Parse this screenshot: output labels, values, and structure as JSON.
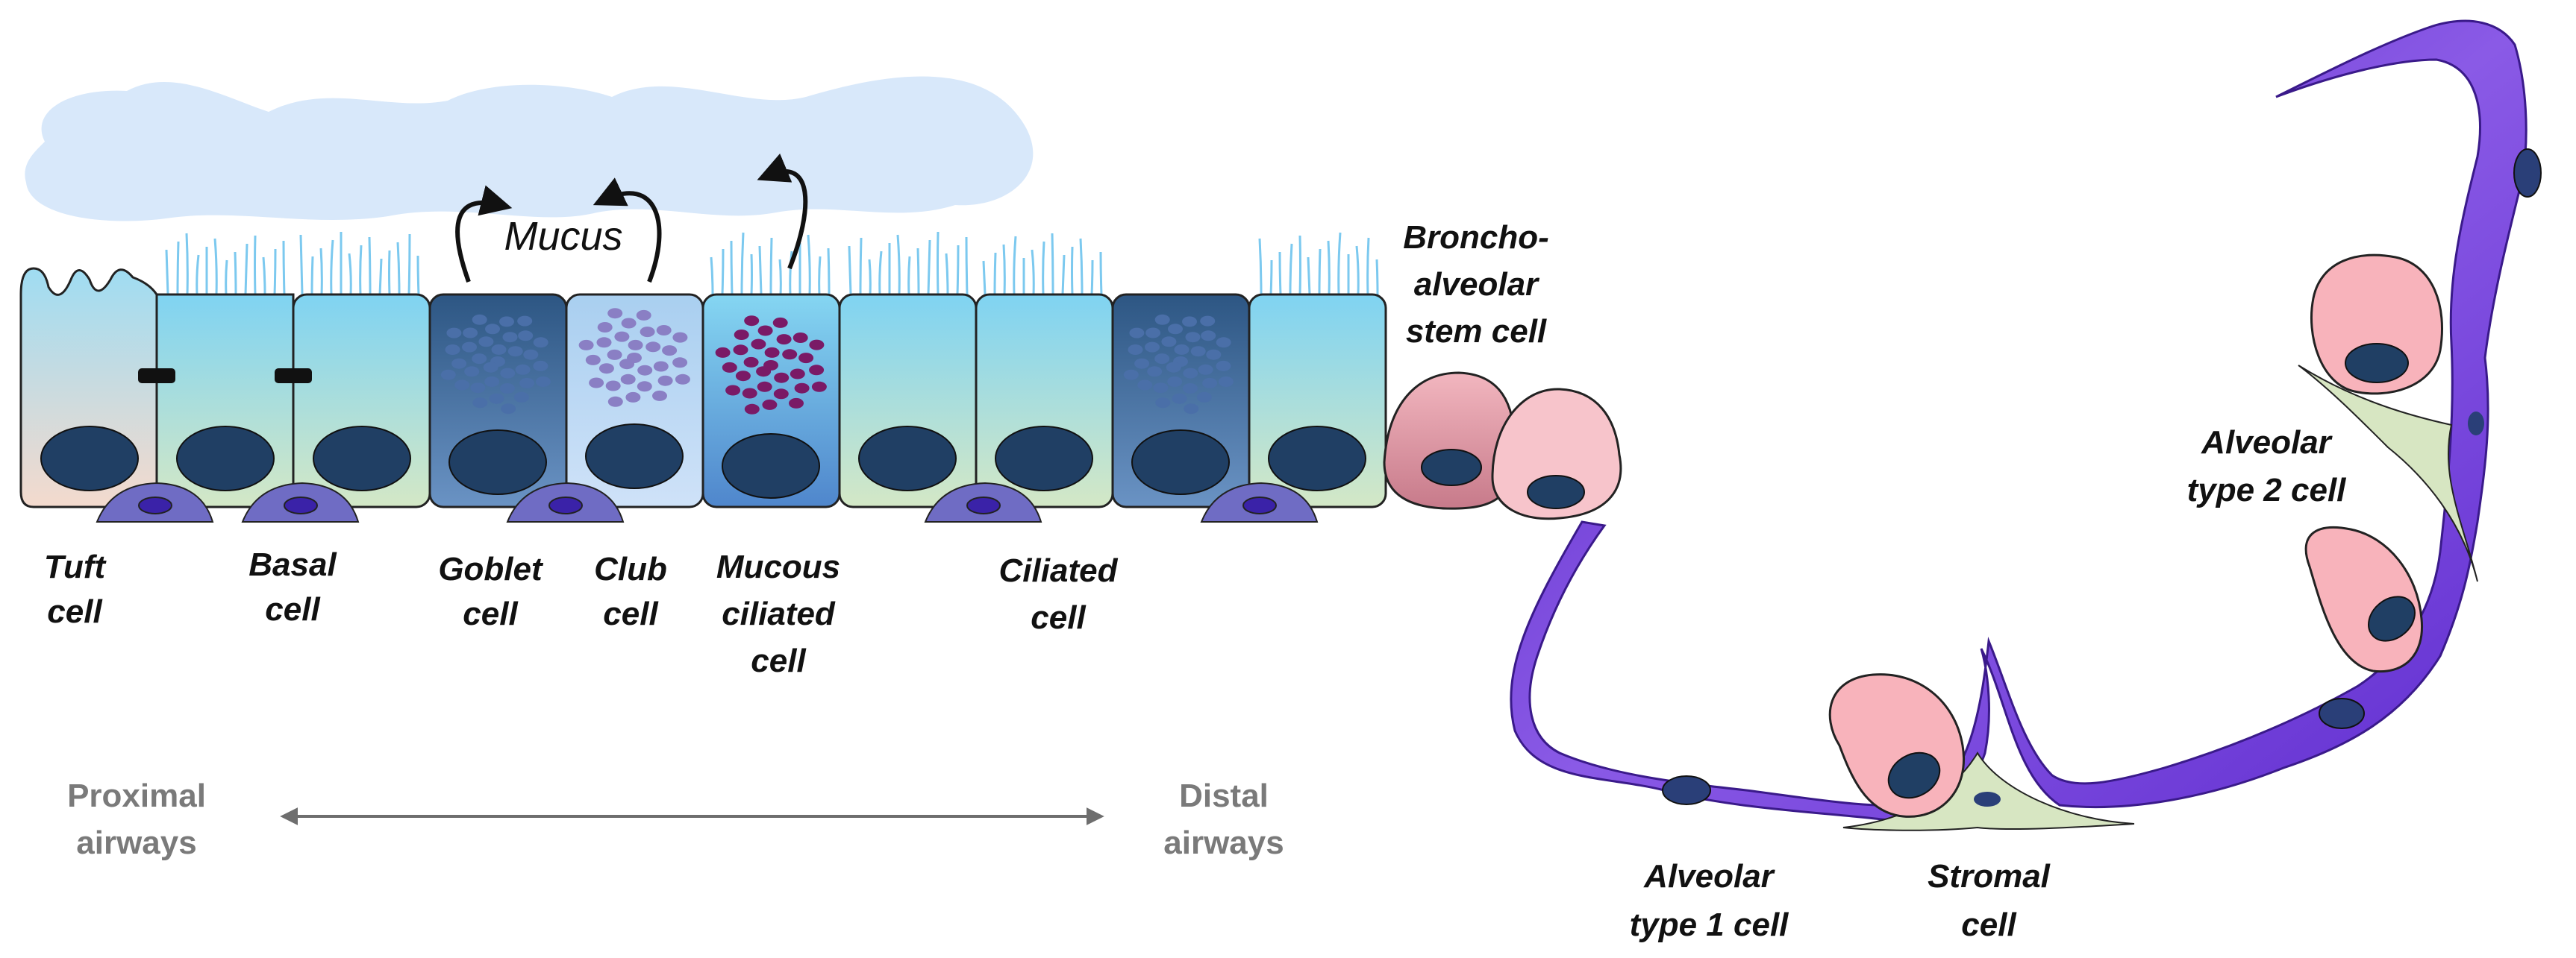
{
  "mucus_label": "Mucus",
  "cells": {
    "tuft": [
      "Tuft",
      "cell"
    ],
    "basal": [
      "Basal",
      "cell"
    ],
    "goblet": [
      "Goblet",
      "cell"
    ],
    "club": [
      "Club",
      "cell"
    ],
    "mucous_ciliated": [
      "Mucous",
      "ciliated",
      "cell"
    ],
    "ciliated": [
      "Ciliated",
      "cell"
    ],
    "bronchoalveolar_stem": [
      "Broncho-",
      "alveolar",
      "stem cell"
    ],
    "alveolar_type2": [
      "Alveolar",
      "type 2 cell"
    ],
    "alveolar_type1": [
      "Alveolar",
      "type 1 cell"
    ],
    "stromal": [
      "Stromal",
      "cell"
    ]
  },
  "axis": {
    "proximal": [
      "Proximal",
      "airways"
    ],
    "distal": [
      "Distal",
      "airways"
    ]
  },
  "colors": {
    "mucus_cloud": "#d8e8fa",
    "ciliated_top": "#7fd3f2",
    "ciliated_bottom": "#cfe6c8",
    "tuft_bottom": "#f2dcd0",
    "goblet_top": "#2f5a86",
    "goblet_bottom": "#5e86b8",
    "club_fill": "#b7d6f3",
    "mucous_top": "#7dd0f0",
    "mucous_bottom": "#5a8fd0",
    "nucleus": "#203f64",
    "basal_cell": "#6f6cc4",
    "basal_nucleus": "#3a22a8",
    "alveolar_membrane": "#6a35d6",
    "at2_fill": "#f8b3bb",
    "granule": "#7a1a66",
    "stem_fill": "#d88a98",
    "stromal_fill": "#d7e6c2",
    "arrow_gray": "#6e6e6e"
  }
}
